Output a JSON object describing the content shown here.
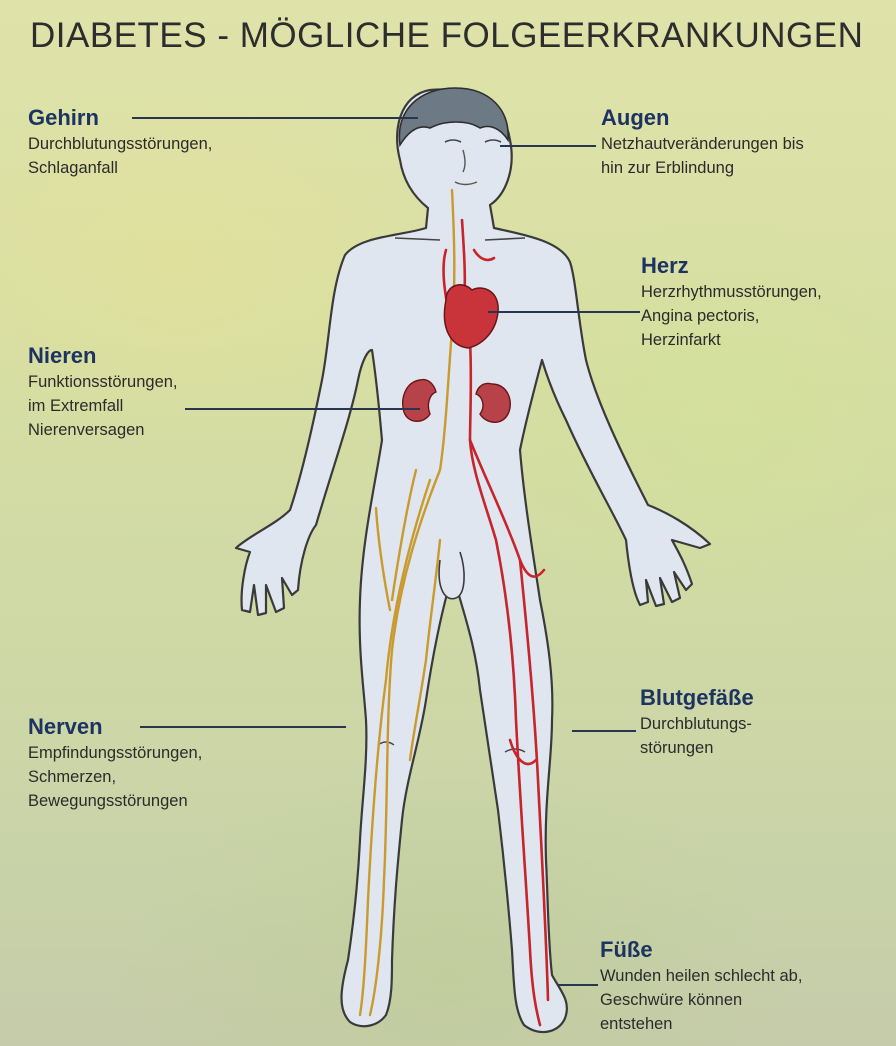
{
  "title": "DIABETES - MÖGLICHE FOLGEERKRANKUNGEN",
  "labels": {
    "gehirn": {
      "head": "Gehirn",
      "desc": "Durchblutungsstörungen,\nSchlaganfall"
    },
    "augen": {
      "head": "Augen",
      "desc": "Netzhautveränderungen bis\nhin zur Erblindung"
    },
    "herz": {
      "head": "Herz",
      "desc": "Herzrhythmusstörungen,\nAngina pectoris,\nHerzinfarkt"
    },
    "nieren": {
      "head": "Nieren",
      "desc": "Funktionsstörungen,\nim Extremfall\nNierenversagen"
    },
    "nerven": {
      "head": "Nerven",
      "desc": "Empfindungsstörungen,\nSchmerzen,\nBewegungsstörungen"
    },
    "blutgefaesse": {
      "head": "Blutgefäße",
      "desc": "Durchblutungs-\nstörungen"
    },
    "fuesse": {
      "head": "Füße",
      "desc": "Wunden heilen schlecht ab,\nGeschwüre können\nentstehen"
    }
  },
  "colors": {
    "body_fill": "#dfe6ef",
    "body_outline": "#3a3a3a",
    "artery": "#c8242b",
    "nerve": "#c99a2e",
    "organ": "#c8343a",
    "leader_line": "#2a3650"
  }
}
